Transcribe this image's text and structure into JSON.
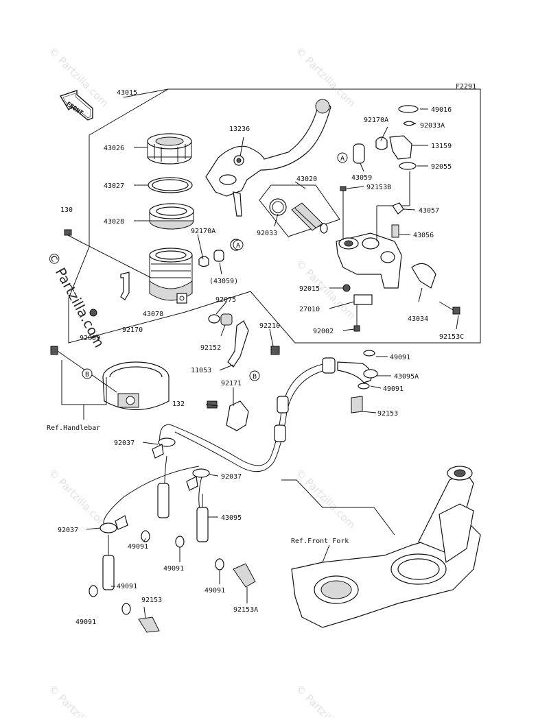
{
  "diagram_code": "F2291",
  "front_label": "FRONT",
  "watermark": "© Partzilla.com",
  "refs": {
    "handlebar": "Ref.Handlebar",
    "front_fork": "Ref.Front Fork"
  },
  "callouts": {
    "a": "A",
    "b": "B"
  },
  "labels": [
    "43015",
    "43026",
    "43027",
    "43028",
    "130",
    "92170A",
    "(43059)",
    "43078",
    "92009",
    "92170",
    "92075",
    "92152",
    "92210",
    "11053",
    "92171",
    "132",
    "13236",
    "43020",
    "92033",
    "43059",
    "92153B",
    "92170A",
    "92033A",
    "13159",
    "49016",
    "92055",
    "43057",
    "43056",
    "92015",
    "27010",
    "92002",
    "43034",
    "92153C",
    "49091",
    "43095A",
    "49091",
    "92153",
    "92037",
    "92037",
    "92037",
    "43095",
    "49091",
    "49091",
    "49091",
    "49091",
    "49091",
    "92153",
    "92153A"
  ]
}
